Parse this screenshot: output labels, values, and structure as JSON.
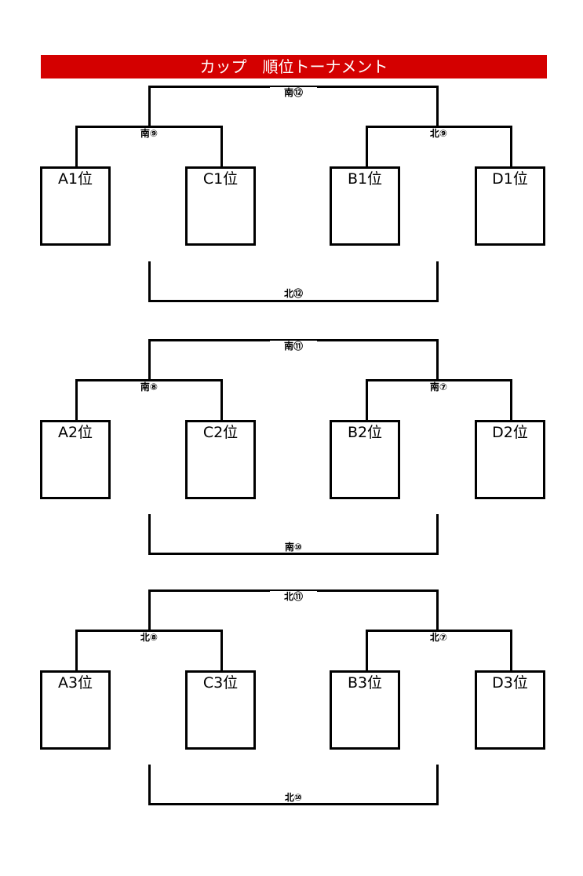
{
  "title": "カップ　順位トーナメント",
  "sections": [
    {
      "top_final": "南⑫",
      "left_semi": "南⑨",
      "right_semi": "北⑨",
      "teams": [
        "A1位",
        "C1位",
        "B1位",
        "D1位"
      ],
      "bottom_final": "北⑫"
    },
    {
      "top_final": "南⑪",
      "left_semi": "南⑧",
      "right_semi": "南⑦",
      "teams": [
        "A2位",
        "C2位",
        "B2位",
        "D2位"
      ],
      "bottom_final": "南⑩"
    },
    {
      "top_final": "北⑪",
      "left_semi": "北⑧",
      "right_semi": "北⑦",
      "teams": [
        "A3位",
        "C3位",
        "B3位",
        "D3位"
      ],
      "bottom_final": "北⑩"
    }
  ]
}
